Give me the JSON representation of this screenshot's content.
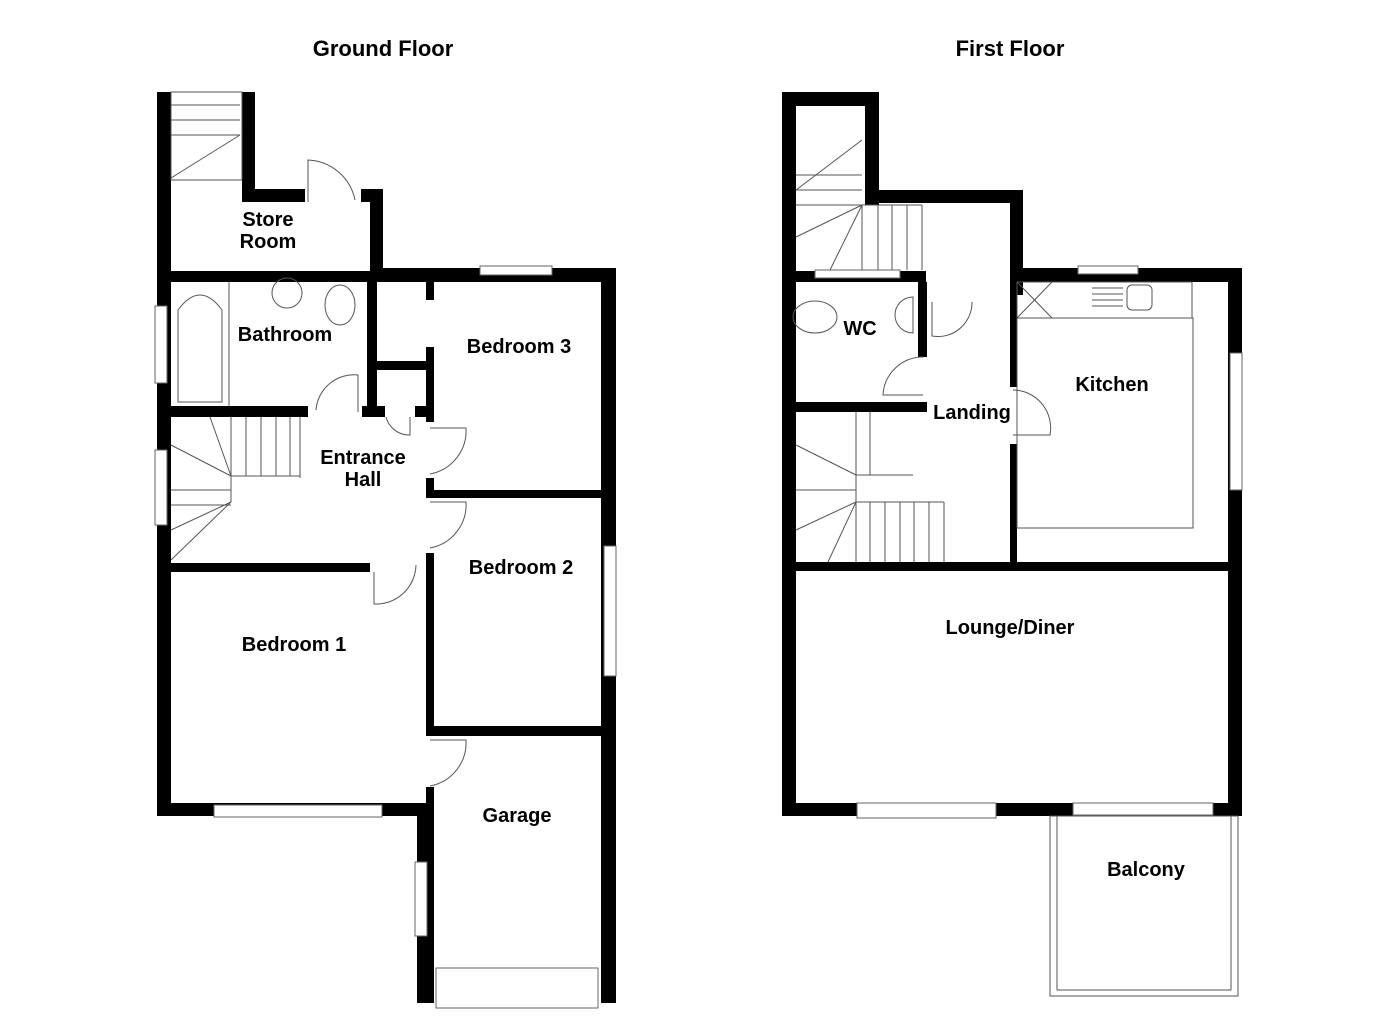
{
  "colors": {
    "wall": "#000000",
    "background": "#ffffff",
    "fixture_line": "#555555"
  },
  "floors": [
    {
      "title": "Ground Floor",
      "rooms": [
        {
          "label": "Store\nRoom"
        },
        {
          "label": "Bathroom"
        },
        {
          "label": "Bedroom 3"
        },
        {
          "label": "Entrance\nHall"
        },
        {
          "label": "Bedroom 2"
        },
        {
          "label": "Bedroom 1"
        },
        {
          "label": "Garage"
        }
      ]
    },
    {
      "title": "First Floor",
      "rooms": [
        {
          "label": "WC"
        },
        {
          "label": "Landing"
        },
        {
          "label": "Kitchen"
        },
        {
          "label": "Lounge/Diner"
        },
        {
          "label": "Balcony"
        }
      ]
    }
  ]
}
